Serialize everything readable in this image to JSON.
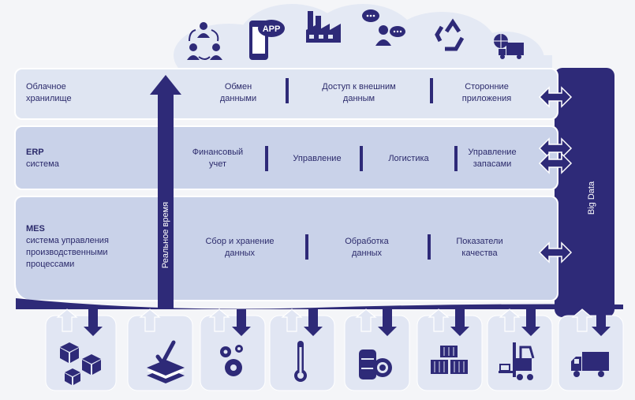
{
  "layers": {
    "cloud": {
      "label_line1": "Облачное",
      "label_line2": "хранилище",
      "items": [
        {
          "line1": "Обмен",
          "line2": "данными"
        },
        {
          "line1": "Доступ к внешним",
          "line2": "данным"
        },
        {
          "line1": "Сторонние",
          "line2": "приложения"
        }
      ]
    },
    "erp": {
      "title": "ERP",
      "subtitle": "система",
      "items": [
        {
          "line1": "Финансовый",
          "line2": "учет"
        },
        {
          "line1": "Управление",
          "line2": ""
        },
        {
          "line1": "Логистика",
          "line2": ""
        },
        {
          "line1": "Управление",
          "line2": "запасами"
        }
      ]
    },
    "mes": {
      "title": "MES",
      "line1": "система управления",
      "line2": "производственными",
      "line3": "процессами",
      "items": [
        {
          "line1": "Сбор и хранение",
          "line2": "данных"
        },
        {
          "line1": "Обработка",
          "line2": "данных"
        },
        {
          "line1": "Показатели",
          "line2": "качества"
        }
      ]
    }
  },
  "realtime_label": "Реальное время",
  "bigdata_label": "Big Data",
  "top_icons": [
    "people-network-icon",
    "mobile-app-icon",
    "factory-icon",
    "chat-people-icon",
    "recycle-icon",
    "delivery-truck-globe-icon"
  ],
  "app_badge": "APP",
  "bottom_icons": [
    "boxes-icon",
    "checklist-icon",
    "gears-icon",
    "thermometer-icon",
    "server-gear-icon",
    "containers-icon",
    "forklift-icon",
    "truck-icon"
  ],
  "colors": {
    "dark": "#2e2a78",
    "light": "#dfe5f2",
    "mid": "#c9d2e9",
    "box": "#e1e6f3"
  }
}
